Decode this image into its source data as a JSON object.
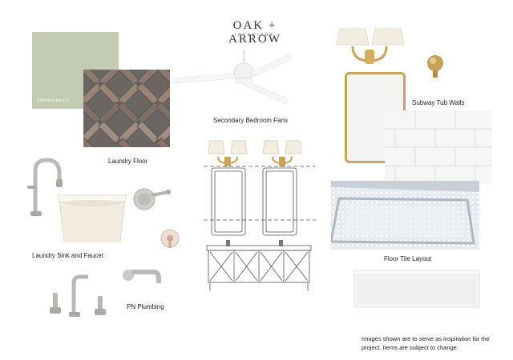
{
  "brand": {
    "name": "OAK + ARROW",
    "subtitle": "INTERIORS"
  },
  "swatch": {
    "label": "FARROW&BALL",
    "color": "#c3cbb3"
  },
  "labels": {
    "laundry_floor": "Laundry Floor",
    "bedroom_fans": "Secondary Bedroom Fans",
    "subway_walls": "Subway Tub Walls",
    "laundry_sink": "Laundry Sink and Faucet",
    "pn_plumbing": "PN Plumbing",
    "floor_tile": "Floor Tile Layout"
  },
  "note": "Images shown are to serve as inspiration for the project. Items are subject to change.",
  "colors": {
    "brass": "#c9a45c",
    "nickel": "#b9b9b6",
    "shade": "#f2ede1",
    "brick": "#8a6b5e"
  }
}
